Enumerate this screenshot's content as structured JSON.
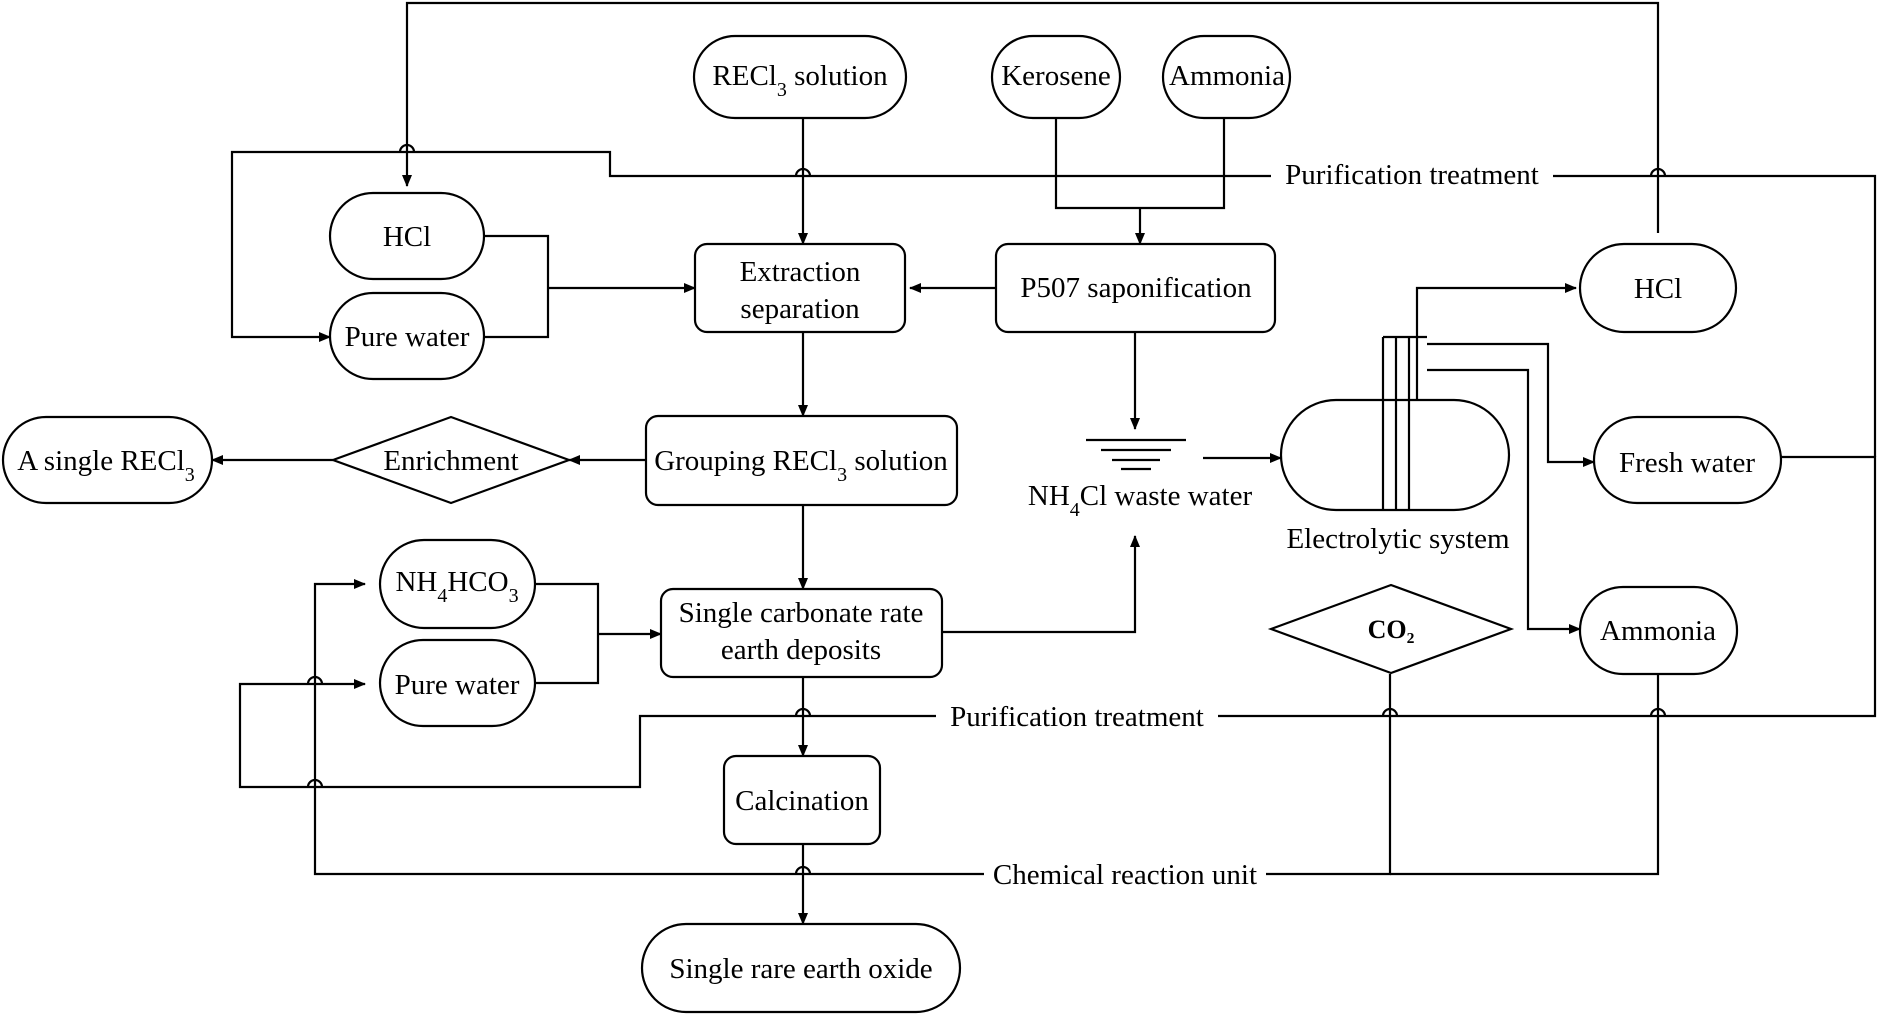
{
  "nodes": {
    "recl3_solution": {
      "main": "RECl",
      "sub": "3",
      "tail": " solution"
    },
    "kerosene": "Kerosene",
    "ammonia_top": "Ammonia",
    "hcl_left": "HCl",
    "pure_water_top": "Pure water",
    "extraction_line1": "Extraction",
    "extraction_line2": "separation",
    "p507": "P507 saponification",
    "hcl_right": "HCl",
    "single_recl3": {
      "main": "A single RECl",
      "sub": "3"
    },
    "enrichment": "Enrichment",
    "grouping": {
      "main": "Grouping RECl",
      "sub": "3",
      "tail": " solution"
    },
    "nh4cl_waste": {
      "a": "NH",
      "sub": "4",
      "b": "Cl waste water"
    },
    "electrolytic": "Electrolytic system",
    "fresh_water": "Fresh water",
    "nh4hco3": {
      "a": "NH",
      "sub1": "4",
      "b": "HCO",
      "sub2": "3"
    },
    "single_carbonate_line1": "Single carbonate rate",
    "single_carbonate_line2": "earth deposits",
    "pure_water_bottom": "Pure water",
    "co2": "CO₂",
    "ammonia_right": "Ammonia",
    "calcination": "Calcination",
    "single_oxide": "Single rare earth oxide"
  },
  "labels": {
    "purification_top": "Purification treatment",
    "purification_bottom": "Purification treatment",
    "chemical_reaction_unit": "Chemical reaction unit"
  }
}
